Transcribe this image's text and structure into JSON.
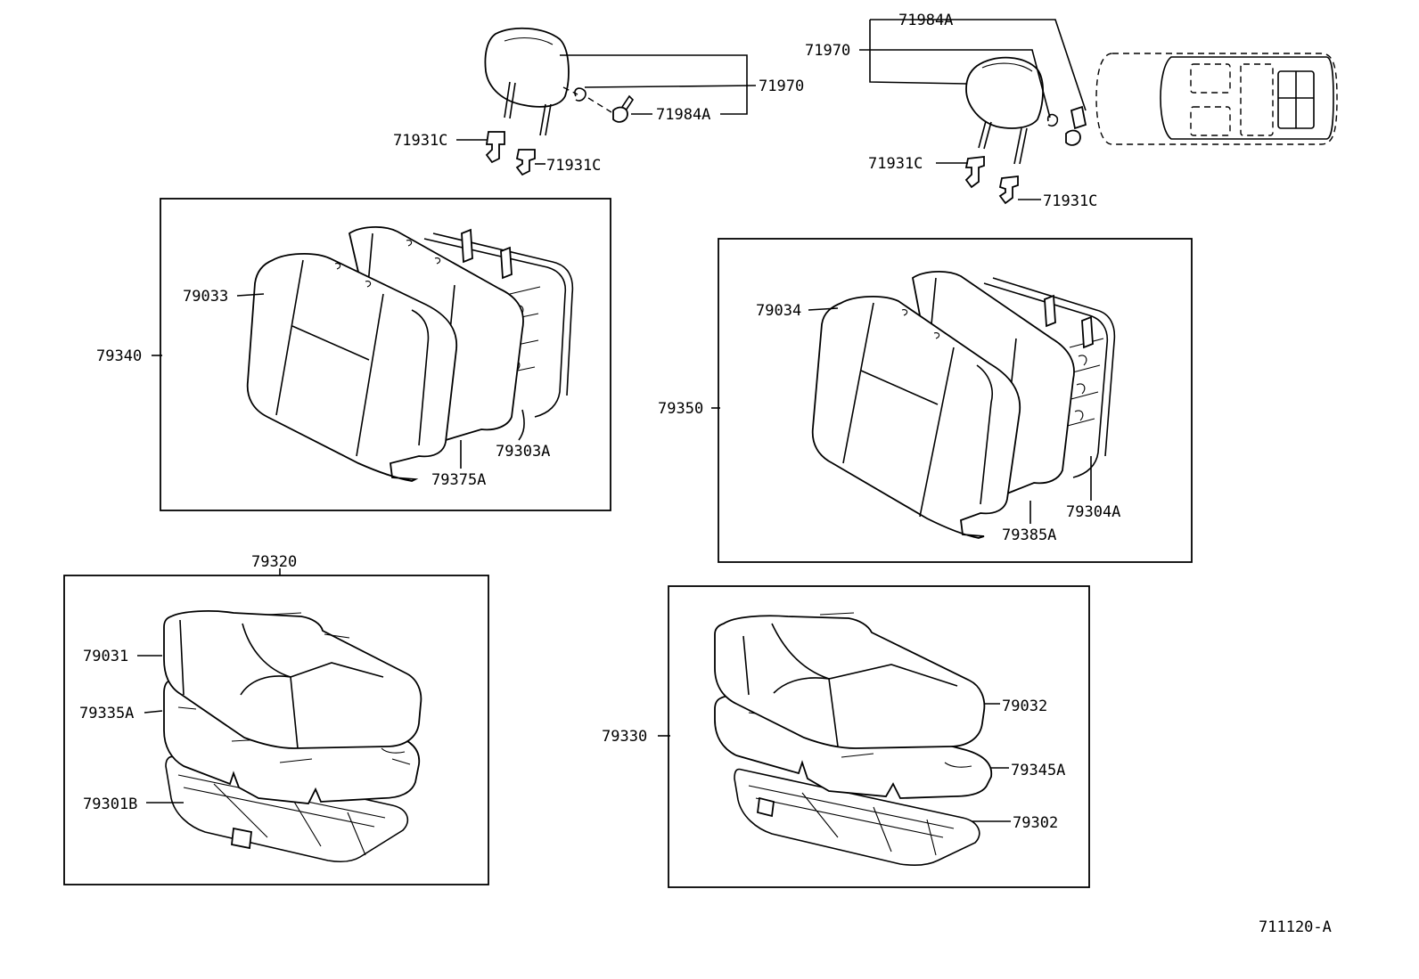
{
  "labels": {
    "hr_clip_left": "71970",
    "hr_lock_left": "71984A",
    "hr_support_left_a": "71931C",
    "hr_support_left_b": "71931C",
    "hr_lock_right": "71984A",
    "hr_clip_right": "71970",
    "hr_support_right_a": "71931C",
    "hr_support_right_b": "71931C",
    "back_cover_left": "79033",
    "back_assy_left": "79340",
    "back_pad_left": "79375A",
    "back_frame_left": "79303A",
    "back_cover_right": "79034",
    "back_assy_right": "79350",
    "back_pad_right": "79385A",
    "back_frame_right": "79304A",
    "cushion_assy_left": "79320",
    "cushion_cover_left": "79031",
    "cushion_pad_left": "79335A",
    "cushion_frame_left": "79301B",
    "cushion_assy_right": "79330",
    "cushion_cover_right": "79032",
    "cushion_pad_right": "79345A",
    "cushion_frame_right": "79302",
    "figure_code": "711120-A"
  }
}
